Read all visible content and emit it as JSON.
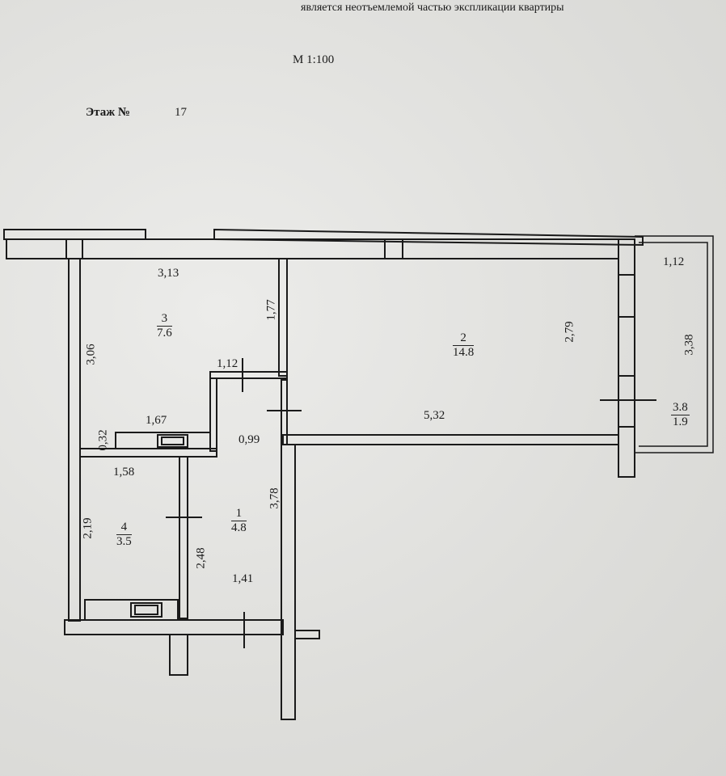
{
  "header": {
    "note": "является неотъемлемой частью экспликации квартиры",
    "scale": "М 1:100",
    "floor_label": "Этаж №",
    "floor_value": "17"
  },
  "rooms": [
    {
      "number": "1",
      "area": "4.8"
    },
    {
      "number": "2",
      "area": "14.8"
    },
    {
      "number": "3",
      "area": "7.6"
    },
    {
      "number": "4",
      "area": "3.5"
    },
    {
      "number": "3.8",
      "area": "1.9"
    }
  ],
  "dimensions": {
    "room3_width": "3,13",
    "room3_height": "3,06",
    "room3_right": "1,77",
    "niche_width": "1,12",
    "vent_width": "1,67",
    "vent_depth": "0,32",
    "hall_small": "0,99",
    "room2_width": "5,32",
    "room2_height": "2,79",
    "balcony_width": "1,12",
    "balcony_length": "3,38",
    "room4_width": "1,58",
    "room4_height": "2,19",
    "room1_height": "2,48",
    "corridor_length": "3,78",
    "room1_width": "1,41"
  },
  "colors": {
    "paper": "#e2e2df",
    "ink": "#1a1a1a"
  }
}
